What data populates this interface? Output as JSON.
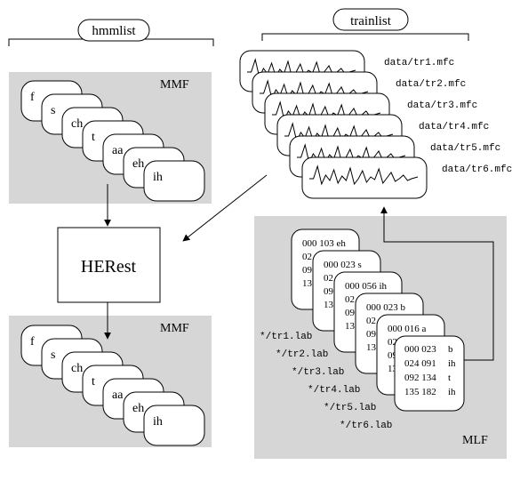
{
  "hmmlist": {
    "label": "hmmlist"
  },
  "trainlist": {
    "label": "trainlist",
    "files": [
      "data/tr1.mfc",
      "data/tr2.mfc",
      "data/tr3.mfc",
      "data/tr4.mfc",
      "data/tr5.mfc",
      "data/tr6.mfc"
    ]
  },
  "mmf_top": {
    "label": "MMF",
    "models": [
      "f",
      "s",
      "ch",
      "t",
      "aa",
      "eh",
      "ih"
    ]
  },
  "mmf_bottom": {
    "label": "MMF",
    "models": [
      "f",
      "s",
      "ch",
      "t",
      "aa",
      "eh",
      "ih"
    ]
  },
  "herest": {
    "label": "HERest"
  },
  "mlf": {
    "label": "MLF",
    "card_first_lines": [
      "000 103 eh",
      "000 023  s",
      "000 056  ih",
      "000 023  b",
      "000 016  a"
    ],
    "card_partial": [
      "02",
      "09",
      "13"
    ],
    "last_card": [
      [
        "000 023",
        "b"
      ],
      [
        "024 091",
        "ih"
      ],
      [
        "092 134",
        "t"
      ],
      [
        "135 182",
        "ih"
      ]
    ],
    "lab_files": [
      "*/tr1.lab",
      "*/tr2.lab",
      "*/tr3.lab",
      "*/tr4.lab",
      "*/tr5.lab",
      "*/tr6.lab"
    ]
  },
  "colors": {
    "panel": "#d6d6d6",
    "line": "#000000",
    "card": "#ffffff"
  }
}
